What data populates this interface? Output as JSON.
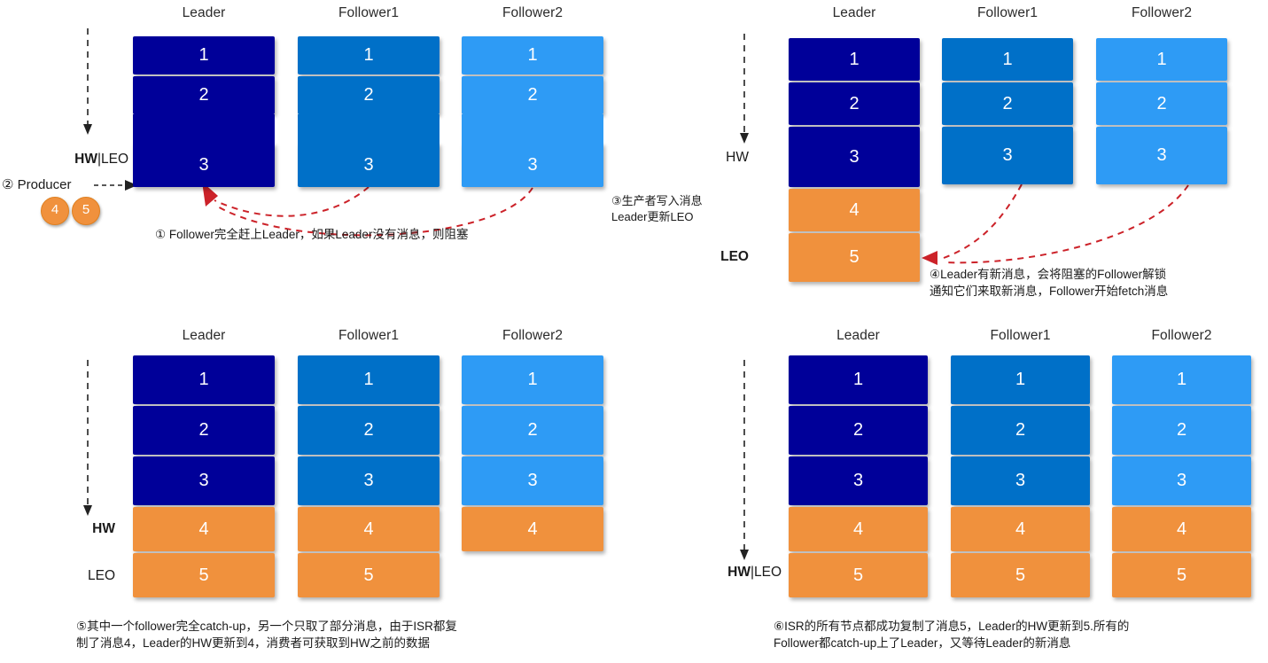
{
  "diagram": {
    "title": "Kafka HW / LEO replication stages",
    "colors": {
      "leader": "#000099",
      "follower1": "#0070C8",
      "follower2": "#2E9BF5",
      "new_message": "#F0913D",
      "arrow_red": "#CC2229",
      "arrow_black": "#222222"
    },
    "column_titles": [
      "Leader",
      "Follower1",
      "Follower2"
    ]
  },
  "panels": [
    {
      "id": "panel-1",
      "column_titles": [
        "Leader",
        "Follower1",
        "Follower2"
      ],
      "columns": [
        {
          "name": "Leader",
          "blocks": [
            {
              "label": "1",
              "kind": "leader"
            },
            {
              "label": "2",
              "kind": "leader"
            },
            {
              "label": "3",
              "kind": "leader"
            }
          ]
        },
        {
          "name": "Follower1",
          "blocks": [
            {
              "label": "1",
              "kind": "follower1"
            },
            {
              "label": "2",
              "kind": "follower1"
            },
            {
              "label": "3",
              "kind": "follower1"
            }
          ]
        },
        {
          "name": "Follower2",
          "blocks": [
            {
              "label": "1",
              "kind": "follower2"
            },
            {
              "label": "2",
              "kind": "follower2"
            },
            {
              "label": "3",
              "kind": "follower2"
            }
          ]
        }
      ],
      "markers": [
        {
          "id": "hw-leo",
          "text": "HW|LEO",
          "bold_prefix": "HW",
          "rest": "|LEO"
        }
      ],
      "producer": {
        "label": "② Producer",
        "pending": [
          "4",
          "5"
        ]
      },
      "caption": "① Follower完全赶上Leader，如果Leader没有消息，则阻塞"
    },
    {
      "id": "panel-2",
      "column_titles": [
        "Leader",
        "Follower1",
        "Follower2"
      ],
      "columns": [
        {
          "name": "Leader",
          "blocks": [
            {
              "label": "1",
              "kind": "leader"
            },
            {
              "label": "2",
              "kind": "leader"
            },
            {
              "label": "3",
              "kind": "leader"
            },
            {
              "label": "4",
              "kind": "new"
            },
            {
              "label": "5",
              "kind": "new"
            }
          ]
        },
        {
          "name": "Follower1",
          "blocks": [
            {
              "label": "1",
              "kind": "follower1"
            },
            {
              "label": "2",
              "kind": "follower1"
            },
            {
              "label": "3",
              "kind": "follower1"
            }
          ]
        },
        {
          "name": "Follower2",
          "blocks": [
            {
              "label": "1",
              "kind": "follower2"
            },
            {
              "label": "2",
              "kind": "follower2"
            },
            {
              "label": "3",
              "kind": "follower2"
            }
          ]
        }
      ],
      "markers": [
        {
          "id": "hw",
          "text": "HW",
          "bold": false
        },
        {
          "id": "leo",
          "text": "LEO",
          "bold": true
        }
      ],
      "note": "③生产者写入消息\nLeader更新LEO",
      "caption": "④Leader有新消息，会将阻塞的Follower解锁\n通知它们来取新消息，Follower开始fetch消息"
    },
    {
      "id": "panel-3",
      "column_titles": [
        "Leader",
        "Follower1",
        "Follower2"
      ],
      "columns": [
        {
          "name": "Leader",
          "blocks": [
            {
              "label": "1",
              "kind": "leader"
            },
            {
              "label": "2",
              "kind": "leader"
            },
            {
              "label": "3",
              "kind": "leader"
            },
            {
              "label": "4",
              "kind": "new"
            },
            {
              "label": "5",
              "kind": "new"
            }
          ]
        },
        {
          "name": "Follower1",
          "blocks": [
            {
              "label": "1",
              "kind": "follower1"
            },
            {
              "label": "2",
              "kind": "follower1"
            },
            {
              "label": "3",
              "kind": "follower1"
            },
            {
              "label": "4",
              "kind": "new"
            },
            {
              "label": "5",
              "kind": "new"
            }
          ]
        },
        {
          "name": "Follower2",
          "blocks": [
            {
              "label": "1",
              "kind": "follower2"
            },
            {
              "label": "2",
              "kind": "follower2"
            },
            {
              "label": "3",
              "kind": "follower2"
            },
            {
              "label": "4",
              "kind": "new"
            }
          ]
        }
      ],
      "markers": [
        {
          "id": "hw",
          "text": "HW",
          "bold": true
        },
        {
          "id": "leo",
          "text": "LEO",
          "bold": false
        }
      ],
      "caption": "⑤其中一个follower完全catch-up，另一个只取了部分消息，由于ISR都复\n制了消息4，Leader的HW更新到4，消费者可获取到HW之前的数据"
    },
    {
      "id": "panel-4",
      "column_titles": [
        "Leader",
        "Follower1",
        "Follower2"
      ],
      "columns": [
        {
          "name": "Leader",
          "blocks": [
            {
              "label": "1",
              "kind": "leader"
            },
            {
              "label": "2",
              "kind": "leader"
            },
            {
              "label": "3",
              "kind": "leader"
            },
            {
              "label": "4",
              "kind": "new"
            },
            {
              "label": "5",
              "kind": "new"
            }
          ]
        },
        {
          "name": "Follower1",
          "blocks": [
            {
              "label": "1",
              "kind": "follower1"
            },
            {
              "label": "2",
              "kind": "follower1"
            },
            {
              "label": "3",
              "kind": "follower1"
            },
            {
              "label": "4",
              "kind": "new"
            },
            {
              "label": "5",
              "kind": "new"
            }
          ]
        },
        {
          "name": "Follower2",
          "blocks": [
            {
              "label": "1",
              "kind": "follower2"
            },
            {
              "label": "2",
              "kind": "follower2"
            },
            {
              "label": "3",
              "kind": "follower2"
            },
            {
              "label": "4",
              "kind": "new"
            },
            {
              "label": "5",
              "kind": "new"
            }
          ]
        }
      ],
      "markers": [
        {
          "id": "hw-leo",
          "text": "HW|LEO",
          "bold_prefix": "HW",
          "rest": "|LEO"
        }
      ],
      "caption": "⑥ISR的所有节点都成功复制了消息5，Leader的HW更新到5.所有的\nFollower都catch-up上了Leader，又等待Leader的新消息"
    }
  ]
}
